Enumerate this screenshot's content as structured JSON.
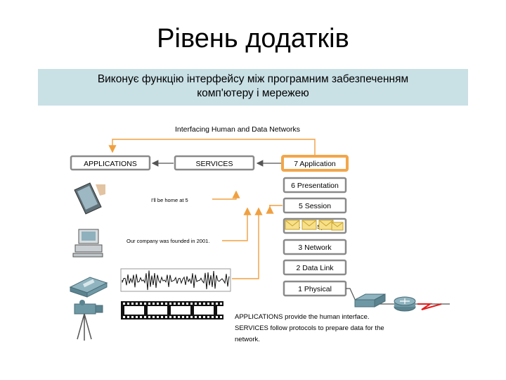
{
  "slide": {
    "title": "Рівень додатків",
    "subtitle_line1": "Виконує функцію інтерфейсу між програмним забезпеченням",
    "subtitle_line2": "комп'ютеру і мережею"
  },
  "diagram": {
    "heading": "Interfacing Human and Data Networks",
    "applications_label": "APPLICATIONS",
    "services_label": "SERVICES",
    "layers": [
      "7 Application",
      "6 Presentation",
      "5 Session",
      "4 Transport",
      "3 Network",
      "2 Data Link",
      "1 Physical"
    ],
    "message_1": "I'll be home at 5",
    "message_2": "Our company was founded in 2001.",
    "caption_line1": "APPLICATIONS provide the human interface.",
    "caption_line2": "SERVICES follow protocols to prepare data for the",
    "caption_line3": "network."
  },
  "colors": {
    "subtitle_bg": "#c9e0e5",
    "highlight": "#f2a64a",
    "layer_border": "#8a8a8a",
    "link_red": "#e02020"
  },
  "icons": [
    "pda-icon",
    "computer-icon",
    "telephone-icon",
    "video-camera-icon",
    "audio-waveform-icon",
    "film-strip-icon",
    "envelope-icon",
    "switch-icon",
    "router-icon"
  ]
}
